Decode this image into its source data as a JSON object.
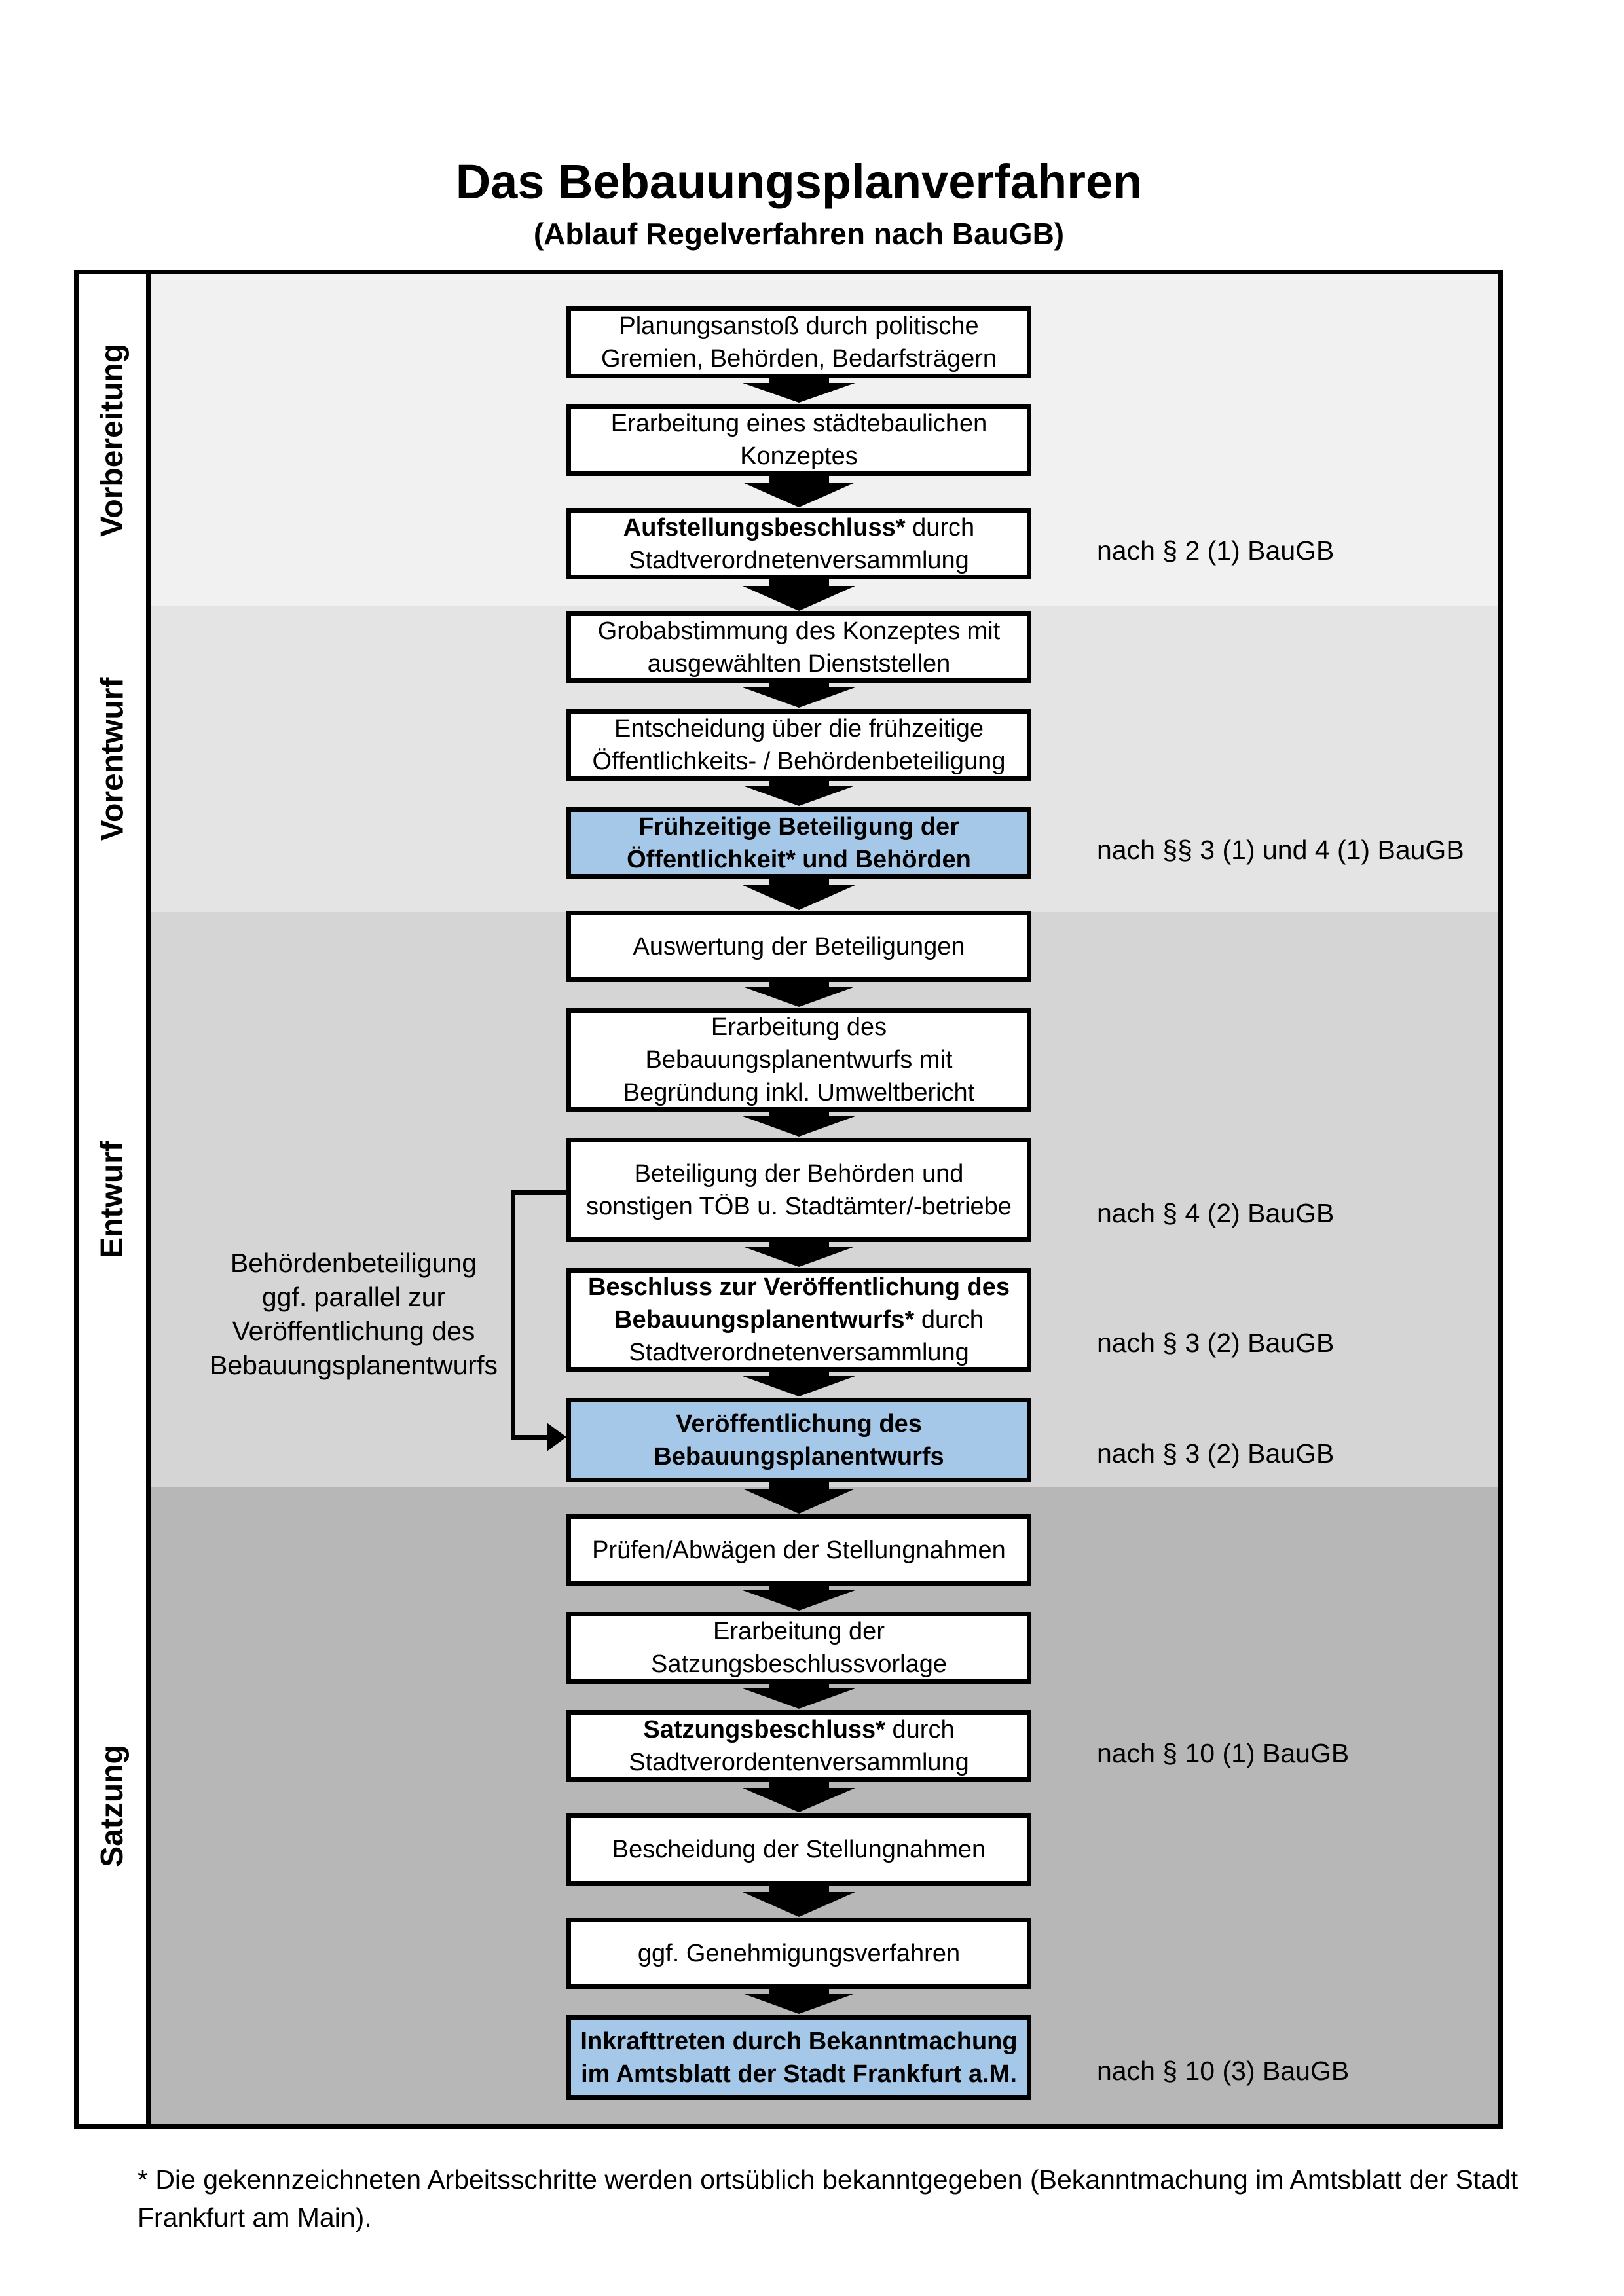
{
  "title": "Das Bebauungsplanverfahren",
  "subtitle": "(Ablauf Regelverfahren nach BauGB)",
  "colors": {
    "highlight_fill": "#a6c8e8",
    "box_border": "#000000",
    "band_colors": [
      "#f1f1f1",
      "#e4e4e4",
      "#d5d5d5",
      "#b7b7b7"
    ]
  },
  "phases": [
    {
      "label": "Vorbereitung"
    },
    {
      "label": "Vorentwurf"
    },
    {
      "label": "Entwurf"
    },
    {
      "label": "Satzung"
    }
  ],
  "boxes": [
    {
      "phase": "Vorbereitung",
      "highlighted": false,
      "legal_ref": null,
      "lines": [
        [
          [
            "n",
            "Planungsanstoß durch politische"
          ]
        ],
        [
          [
            "n",
            "Gremien, Behörden, Bedarfsträgern"
          ]
        ]
      ]
    },
    {
      "phase": "Vorbereitung",
      "highlighted": false,
      "legal_ref": null,
      "lines": [
        [
          [
            "n",
            "Erarbeitung eines städtebaulichen"
          ]
        ],
        [
          [
            "n",
            "Konzeptes"
          ]
        ]
      ]
    },
    {
      "phase": "Vorbereitung",
      "highlighted": false,
      "legal_ref": "nach § 2 (1) BauGB",
      "lines": [
        [
          [
            "b",
            "Aufstellungsbeschluss*"
          ],
          [
            "n",
            " durch"
          ]
        ],
        [
          [
            "n",
            "Stadtverordnetenversammlung"
          ]
        ]
      ]
    },
    {
      "phase": "Vorentwurf",
      "highlighted": false,
      "legal_ref": null,
      "lines": [
        [
          [
            "n",
            "Grobabstimmung des Konzeptes mit"
          ]
        ],
        [
          [
            "n",
            "ausgewählten Dienststellen"
          ]
        ]
      ]
    },
    {
      "phase": "Vorentwurf",
      "highlighted": false,
      "legal_ref": null,
      "lines": [
        [
          [
            "n",
            "Entscheidung über die frühzeitige"
          ]
        ],
        [
          [
            "n",
            "Öffentlichkeits- / Behördenbeteiligung"
          ]
        ]
      ]
    },
    {
      "phase": "Vorentwurf",
      "highlighted": true,
      "legal_ref": "nach §§ 3 (1) und 4 (1) BauGB",
      "lines": [
        [
          [
            "b",
            "Frühzeitige Beteiligung der"
          ]
        ],
        [
          [
            "b",
            "Öffentlichkeit* und Behörden"
          ]
        ]
      ]
    },
    {
      "phase": "Entwurf",
      "highlighted": false,
      "legal_ref": null,
      "lines": [
        [
          [
            "n",
            "Auswertung der Beteiligungen"
          ]
        ]
      ]
    },
    {
      "phase": "Entwurf",
      "highlighted": false,
      "legal_ref": null,
      "lines": [
        [
          [
            "n",
            "Erarbeitung des"
          ]
        ],
        [
          [
            "n",
            "Bebauungsplanentwurfs mit"
          ]
        ],
        [
          [
            "n",
            "Begründung inkl. Umweltbericht"
          ]
        ]
      ]
    },
    {
      "phase": "Entwurf",
      "highlighted": false,
      "legal_ref": "nach § 4 (2) BauGB",
      "lines": [
        [
          [
            "n",
            "Beteiligung der Behörden und"
          ]
        ],
        [
          [
            "n",
            "sonstigen TÖB u. Stadtämter/-betriebe"
          ]
        ]
      ]
    },
    {
      "phase": "Entwurf",
      "highlighted": false,
      "legal_ref": "nach § 3 (2) BauGB",
      "lines": [
        [
          [
            "b",
            "Beschluss zur Veröffentlichung des"
          ]
        ],
        [
          [
            "b",
            "Bebauungsplanentwurfs*"
          ],
          [
            "n",
            " durch"
          ]
        ],
        [
          [
            "n",
            "Stadtverordnetenversammlung"
          ]
        ]
      ]
    },
    {
      "phase": "Entwurf",
      "highlighted": true,
      "legal_ref": "nach § 3 (2) BauGB",
      "lines": [
        [
          [
            "b",
            "Veröffentlichung des"
          ]
        ],
        [
          [
            "b",
            "Bebauungsplanentwurfs"
          ]
        ]
      ]
    },
    {
      "phase": "Satzung",
      "highlighted": false,
      "legal_ref": null,
      "lines": [
        [
          [
            "n",
            "Prüfen/Abwägen der Stellungnahmen"
          ]
        ]
      ]
    },
    {
      "phase": "Satzung",
      "highlighted": false,
      "legal_ref": null,
      "lines": [
        [
          [
            "n",
            "Erarbeitung der"
          ]
        ],
        [
          [
            "n",
            "Satzungsbeschlussvorlage"
          ]
        ]
      ]
    },
    {
      "phase": "Satzung",
      "highlighted": false,
      "legal_ref": "nach § 10 (1) BauGB",
      "lines": [
        [
          [
            "b",
            "Satzungsbeschluss*"
          ],
          [
            "n",
            " durch"
          ]
        ],
        [
          [
            "n",
            "Stadtverordentenversammlung"
          ]
        ]
      ]
    },
    {
      "phase": "Satzung",
      "highlighted": false,
      "legal_ref": null,
      "lines": [
        [
          [
            "n",
            "Bescheidung der Stellungnahmen"
          ]
        ]
      ]
    },
    {
      "phase": "Satzung",
      "highlighted": false,
      "legal_ref": null,
      "lines": [
        [
          [
            "n",
            "ggf. Genehmigungsverfahren"
          ]
        ]
      ]
    },
    {
      "phase": "Satzung",
      "highlighted": true,
      "legal_ref": "nach § 10 (3) BauGB",
      "lines": [
        [
          [
            "b",
            "Inkrafttreten"
          ],
          [
            "n",
            " durch Bekanntmachung"
          ]
        ],
        [
          [
            "n",
            "im Amtsblatt der Stadt Frankfurt a.M."
          ]
        ]
      ]
    }
  ],
  "side_note": {
    "lines": [
      "Behördenbeteiligung",
      "ggf. parallel zur",
      "Veröffentlichung des",
      "Bebauungsplanentwurfs"
    ]
  },
  "footnote": "* Die gekennzeichneten Arbeitsschritte werden ortsüblich bekanntgegeben (Bekanntmachung im Amtsblatt  der Stadt\nFrankfurt am Main)."
}
